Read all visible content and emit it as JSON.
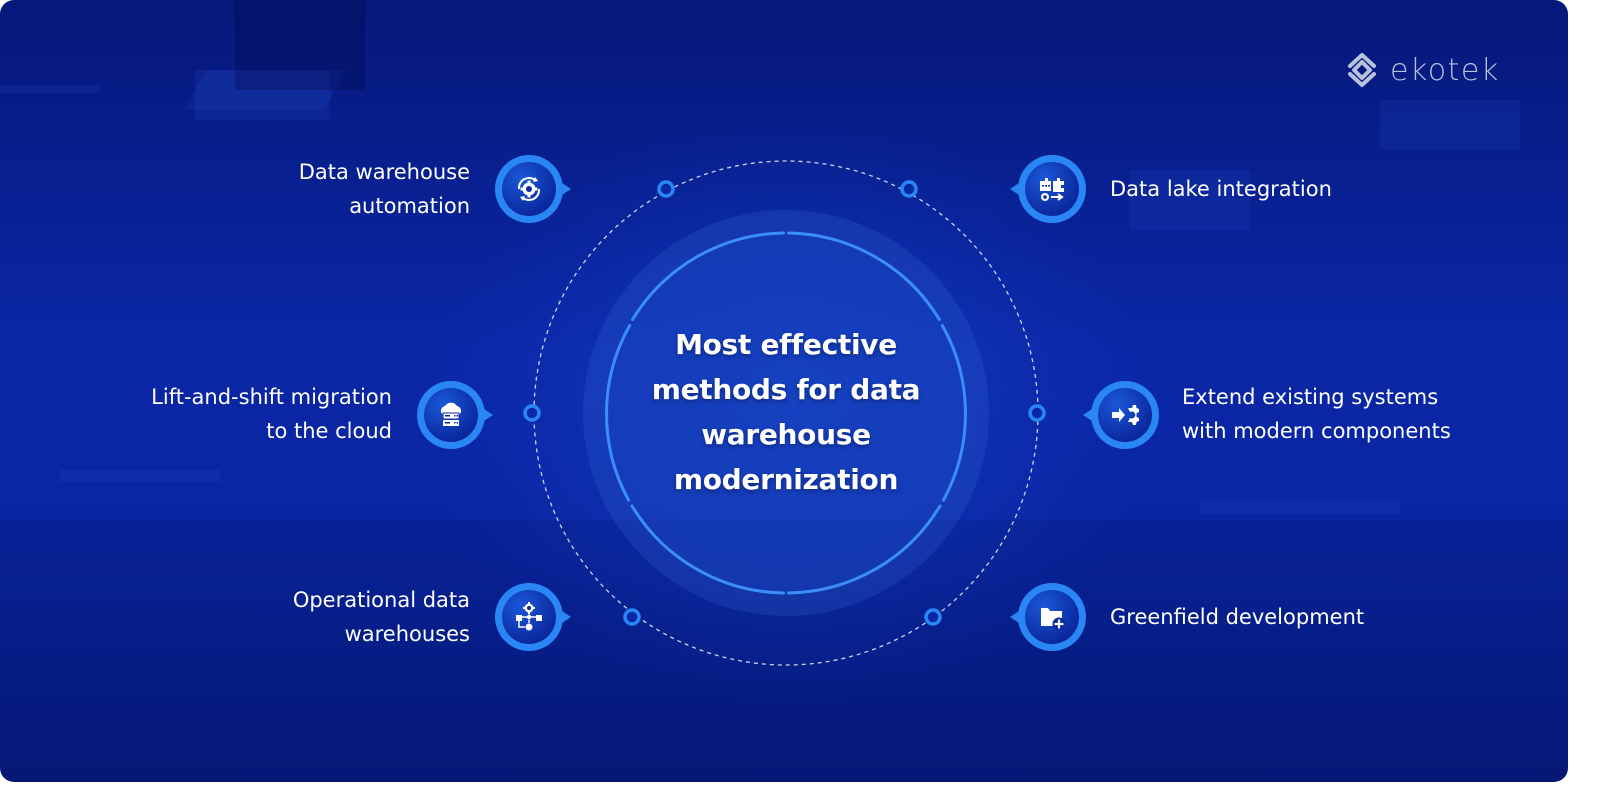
{
  "brand": {
    "name": "ekotek",
    "logo_icon": "ekotek-logo-icon"
  },
  "center": {
    "title_lines": [
      "Most effective",
      "methods for data",
      "warehouse",
      "modernization"
    ]
  },
  "methods": [
    {
      "id": "dwa",
      "lines": [
        "Data warehouse",
        "automation"
      ],
      "icon": "gear-cycle-icon",
      "side": "left"
    },
    {
      "id": "lift",
      "lines": [
        "Lift-and-shift migration",
        "to the cloud"
      ],
      "icon": "cloud-server-icon",
      "side": "left"
    },
    {
      "id": "ops",
      "lines": [
        "Operational data",
        "warehouses"
      ],
      "icon": "workflow-gear-icon",
      "side": "left"
    },
    {
      "id": "lake",
      "lines": [
        "Data lake integration"
      ],
      "icon": "puzzle-gear-icon",
      "side": "right"
    },
    {
      "id": "extend",
      "lines": [
        "Extend existing systems",
        "with modern components"
      ],
      "icon": "arrow-gear-icon",
      "side": "right"
    },
    {
      "id": "green",
      "lines": [
        "Greenfield development"
      ],
      "icon": "folder-plus-icon",
      "side": "right"
    }
  ],
  "colors": {
    "background": "#0a27a6",
    "accent": "#2a86f5",
    "ring": "#3b8ef7",
    "text": "#ffffff",
    "logo": "#b9c2dc"
  }
}
